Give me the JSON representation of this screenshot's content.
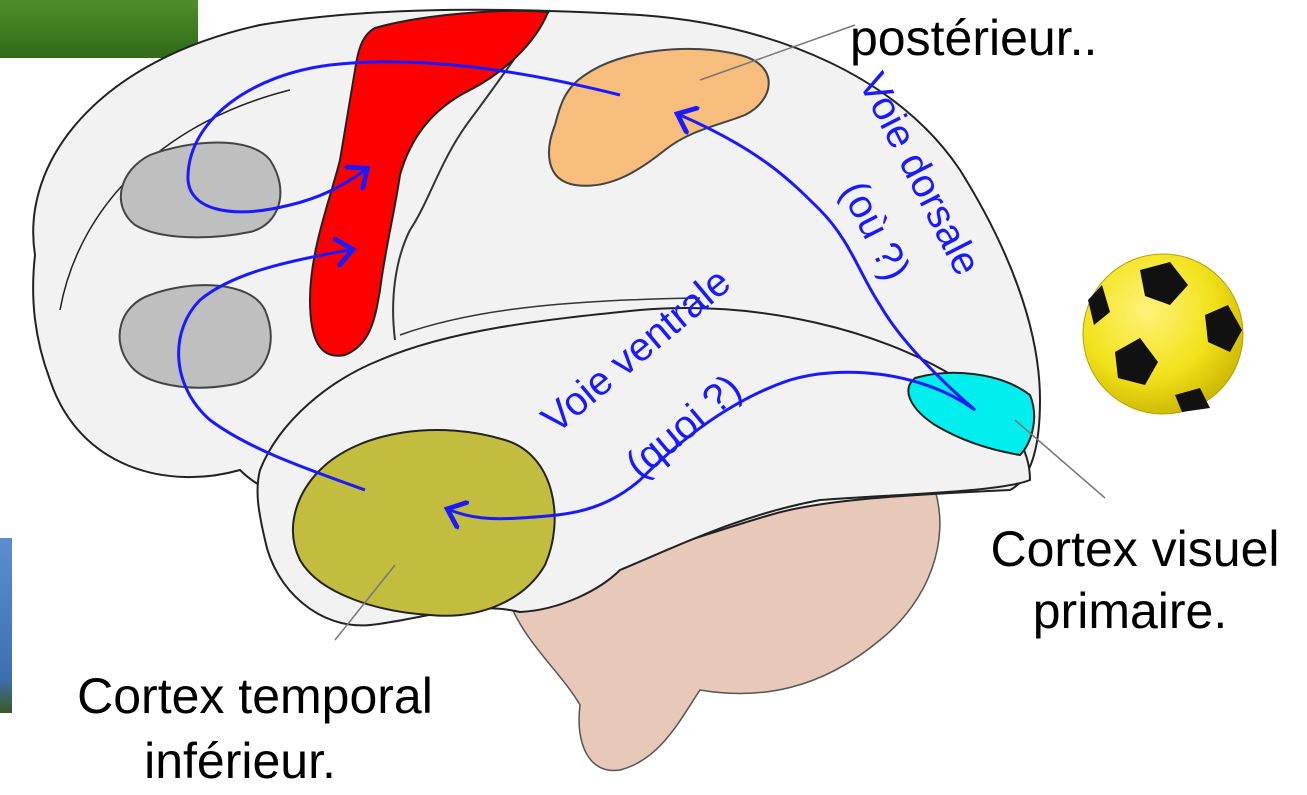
{
  "labels": {
    "parietal_line1": "postérieur..",
    "visual_line1": "Cortex visuel",
    "visual_line2": "primaire.",
    "temporal_line1": "Cortex temporal",
    "temporal_line2": "inférieur."
  },
  "pathways": {
    "dorsal_name": "Voie dorsale",
    "dorsal_question": "(où ?)",
    "ventral_name": "Voie ventrale",
    "ventral_question": "(quoi ?)"
  },
  "colors": {
    "brain_fill": "#f2f2f2",
    "motor_cortex": "#ff0000",
    "parietal_area": "#f7bd7c",
    "frontal_areas": "#bfbfbf",
    "temporal_area": "#c2bd3e",
    "visual_area": "#00eeee",
    "cerebellum": "#e8c8b8",
    "arrows": "#1a1aff",
    "ball": "#f2e21a"
  },
  "icons": {
    "ball": "soccer-ball-icon",
    "grass": "grass-photo",
    "sky": "sky-photo"
  }
}
